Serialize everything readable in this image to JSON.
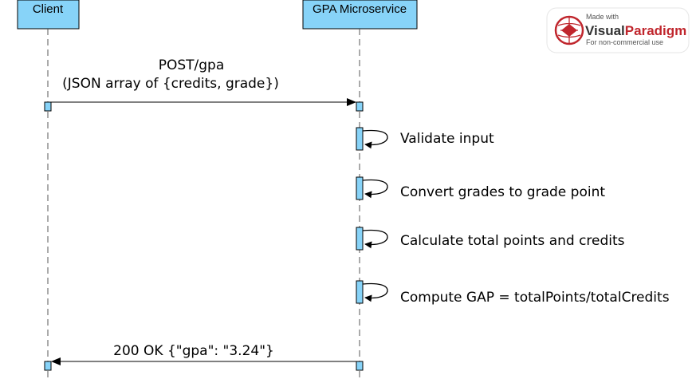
{
  "participants": {
    "client": {
      "label": "Client"
    },
    "service": {
      "label": "GPA Microservice"
    }
  },
  "messages": {
    "request_line1": "POST/gpa",
    "request_line2": "(JSON array of {credits, grade})",
    "validate": "Validate input",
    "convert": "Convert grades to grade point",
    "calculate": "Calculate total points and credits",
    "compute": "Compute GAP = totalPoints/totalCredits",
    "response": "200 OK {\"gpa\": \"3.24\"}"
  },
  "watermark": {
    "made_with": "Made with",
    "brand_visual": "Visual",
    "brand_paradigm": "Paradigm",
    "note": "For non-commercial use"
  },
  "colors": {
    "participant_fill": "#87d3f8",
    "activation_fill": "#87d3f8",
    "line": "#000000",
    "lifeline": "#555555",
    "logo_red": "#c0262d"
  }
}
